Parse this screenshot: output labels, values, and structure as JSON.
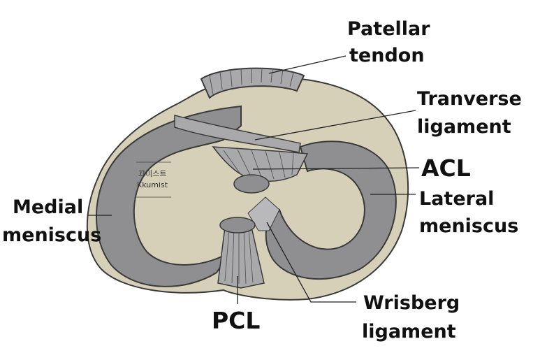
{
  "labels": {
    "patellar_tendon": [
      "Patellar",
      "tendon"
    ],
    "transverse_ligament": [
      "Tranverse",
      "ligament"
    ],
    "acl": "ACL",
    "lateral_meniscus": [
      "Lateral",
      "meniscus"
    ],
    "medial_meniscus": [
      "Medial",
      "meniscus"
    ],
    "pcl": "PCL",
    "wrisberg_ligament": [
      "Wrisberg",
      "ligament"
    ]
  },
  "watermark": {
    "korean": "끄미스트",
    "latin": "Kkumist"
  },
  "colors": {
    "tibial_plateau": "#d6d0b9",
    "meniscus": "#8f8f91",
    "ligament": "#a9a9ab",
    "outline": "#3a3a3a",
    "text": "#111111"
  }
}
